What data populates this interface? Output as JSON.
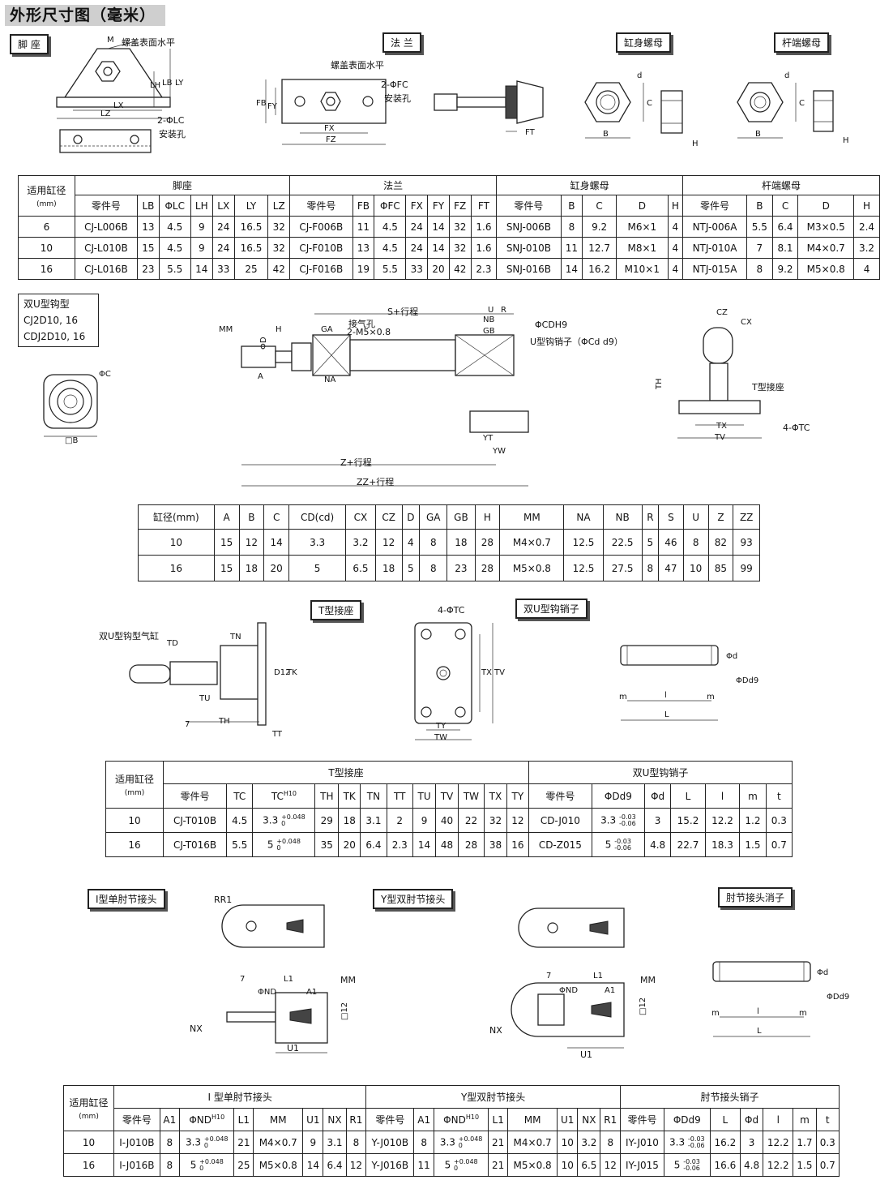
{
  "title": "外形尺寸图（毫米）",
  "tags": {
    "foot": "脚 座",
    "flange": "法 兰",
    "cyl_nut": "缸身螺母",
    "rod_nut": "杆端螺母",
    "t_seat": "T型接座",
    "u_pin": "双U型钩销子",
    "i_joint": "I型单肘节接头",
    "y_joint": "Y型双肘节接头",
    "joint_pin": "肘节接头消子"
  },
  "captions": {
    "nut_level": "螺盖表面水平",
    "nut_level2": "螺盖表面水平",
    "lc_hole": "2-ΦLC",
    "install_hole": "安装孔",
    "fc_hole": "2-ΦFC",
    "install_hole2": "安装孔",
    "air_port": "接气孔",
    "air_port_spec": "2-M5×0.8",
    "s_stroke": "S+行程",
    "z_stroke": "Z+行程",
    "zz_stroke": "ZZ+行程",
    "cd_label": "ΦCDH9",
    "u_pin_label": "U型钩销子（ΦCd d9）",
    "t_seat_label": "T型接座",
    "tc_label": "4-ΦTC",
    "u_cyl_label": "双U型钩型气缸",
    "tc_label2": "4-ΦTC",
    "rr1": "RR1"
  },
  "double_u": {
    "lines": [
      "双U型钩型",
      "CJ2D10, 16",
      "CDJ2D10, 16"
    ]
  },
  "table1": {
    "col_bore": "适用缸径",
    "col_bore_unit": "(mm)",
    "groups": [
      "脚座",
      "法兰",
      "缸身螺母",
      "杆端螺母"
    ],
    "headers": [
      "零件号",
      "LB",
      "ΦLC",
      "LH",
      "LX",
      "LY",
      "LZ",
      "零件号",
      "FB",
      "ΦFC",
      "FX",
      "FY",
      "FZ",
      "FT",
      "零件号",
      "B",
      "C",
      "D",
      "H",
      "零件号",
      "B",
      "C",
      "D",
      "H"
    ],
    "rows": [
      [
        "6",
        "CJ-L006B",
        "13",
        "4.5",
        "9",
        "24",
        "16.5",
        "32",
        "CJ-F006B",
        "11",
        "4.5",
        "24",
        "14",
        "32",
        "1.6",
        "SNJ-006B",
        "8",
        "9.2",
        "M6×1",
        "4",
        "NTJ-006A",
        "5.5",
        "6.4",
        "M3×0.5",
        "2.4"
      ],
      [
        "10",
        "CJ-L010B",
        "15",
        "4.5",
        "9",
        "24",
        "16.5",
        "32",
        "CJ-F010B",
        "13",
        "4.5",
        "24",
        "14",
        "32",
        "1.6",
        "SNJ-010B",
        "11",
        "12.7",
        "M8×1",
        "4",
        "NTJ-010A",
        "7",
        "8.1",
        "M4×0.7",
        "3.2"
      ],
      [
        "16",
        "CJ-L016B",
        "23",
        "5.5",
        "14",
        "33",
        "25",
        "42",
        "CJ-F016B",
        "19",
        "5.5",
        "33",
        "20",
        "42",
        "2.3",
        "SNJ-016B",
        "14",
        "16.2",
        "M10×1",
        "4",
        "NTJ-015A",
        "8",
        "9.2",
        "M5×0.8",
        "4"
      ]
    ]
  },
  "table2": {
    "headers": [
      "缸径(mm)",
      "A",
      "B",
      "C",
      "CD(cd)",
      "CX",
      "CZ",
      "D",
      "GA",
      "GB",
      "H",
      "MM",
      "NA",
      "NB",
      "R",
      "S",
      "U",
      "Z",
      "ZZ"
    ],
    "rows": [
      [
        "10",
        "15",
        "12",
        "14",
        "3.3",
        "3.2",
        "12",
        "4",
        "8",
        "18",
        "28",
        "M4×0.7",
        "12.5",
        "22.5",
        "5",
        "46",
        "8",
        "82",
        "93"
      ],
      [
        "16",
        "15",
        "18",
        "20",
        "5",
        "6.5",
        "18",
        "5",
        "8",
        "23",
        "28",
        "M5×0.8",
        "12.5",
        "27.5",
        "8",
        "47",
        "10",
        "85",
        "99"
      ]
    ]
  },
  "table3": {
    "col_bore": "适用缸径",
    "col_bore_unit": "(mm)",
    "groups": [
      "T型接座",
      "双U型钩销子"
    ],
    "headers": [
      "零件号",
      "TC",
      "TC",
      "TH",
      "TK",
      "TN",
      "TT",
      "TU",
      "TV",
      "TW",
      "TX",
      "TY",
      "零件号",
      "ΦDd9",
      "Φd",
      "L",
      "l",
      "m",
      "t"
    ],
    "tc_sup": "H10",
    "tol_dd9": [
      "-0.03",
      "-0.06"
    ],
    "tol_tc": [
      "+0.048",
      "0"
    ],
    "rows": [
      [
        "10",
        "CJ-T010B",
        "4.5",
        "3.3",
        "29",
        "18",
        "3.1",
        "2",
        "9",
        "40",
        "22",
        "32",
        "12",
        "CD-J010",
        "3.3",
        "3",
        "15.2",
        "12.2",
        "1.2",
        "0.3"
      ],
      [
        "16",
        "CJ-T016B",
        "5.5",
        "5",
        "35",
        "20",
        "6.4",
        "2.3",
        "14",
        "48",
        "28",
        "38",
        "16",
        "CD-Z015",
        "5",
        "4.8",
        "22.7",
        "18.3",
        "1.5",
        "0.7"
      ]
    ]
  },
  "table4": {
    "col_bore": "适用缸径",
    "col_bore_unit": "(mm)",
    "groups": [
      "I 型单肘节接头",
      "Y型双肘节接头",
      "肘节接头销子"
    ],
    "headers": [
      "零件号",
      "A1",
      "ΦND",
      "L1",
      "MM",
      "U1",
      "NX",
      "R1",
      "零件号",
      "A1",
      "ΦND",
      "L1",
      "MM",
      "U1",
      "NX",
      "R1",
      "零件号",
      "ΦDd9",
      "L",
      "Φd",
      "l",
      "m",
      "t"
    ],
    "nd_sup": "H10",
    "tol_nd": [
      "+0.048",
      "0"
    ],
    "tol_dd9": [
      "-0.03",
      "-0.06"
    ],
    "rows": [
      [
        "10",
        "I-J010B",
        "8",
        "3.3",
        "21",
        "M4×0.7",
        "9",
        "3.1",
        "8",
        "Y-J010B",
        "8",
        "3.3",
        "21",
        "M4×0.7",
        "10",
        "3.2",
        "8",
        "IY-J010",
        "3.3",
        "16.2",
        "3",
        "12.2",
        "1.7",
        "0.3"
      ],
      [
        "16",
        "I-J016B",
        "8",
        "5",
        "25",
        "M5×0.8",
        "14",
        "6.4",
        "12",
        "Y-J016B",
        "11",
        "5",
        "21",
        "M5×0.8",
        "10",
        "6.5",
        "12",
        "IY-J015",
        "5",
        "16.6",
        "4.8",
        "12.2",
        "1.5",
        "0.7"
      ]
    ]
  }
}
